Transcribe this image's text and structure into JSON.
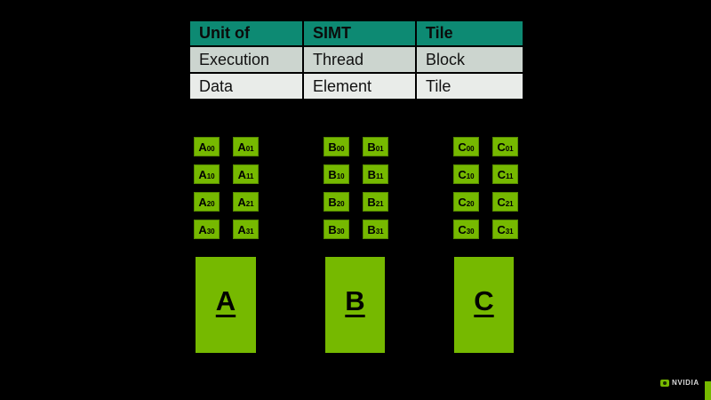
{
  "table": {
    "headers": [
      "Unit of",
      "SIMT",
      "Tile"
    ],
    "rows": [
      [
        "Execution",
        "Thread",
        "Block"
      ],
      [
        "Data",
        "Element",
        "Tile"
      ]
    ]
  },
  "matrices": [
    {
      "name": "A",
      "cells": [
        {
          "base": "A",
          "sub": "00"
        },
        {
          "base": "A",
          "sub": "01"
        },
        {
          "base": "A",
          "sub": "10"
        },
        {
          "base": "A",
          "sub": "11"
        },
        {
          "base": "A",
          "sub": "20"
        },
        {
          "base": "A",
          "sub": "21"
        },
        {
          "base": "A",
          "sub": "30"
        },
        {
          "base": "A",
          "sub": "31"
        }
      ]
    },
    {
      "name": "B",
      "cells": [
        {
          "base": "B",
          "sub": "00"
        },
        {
          "base": "B",
          "sub": "01"
        },
        {
          "base": "B",
          "sub": "10"
        },
        {
          "base": "B",
          "sub": "11"
        },
        {
          "base": "B",
          "sub": "20"
        },
        {
          "base": "B",
          "sub": "21"
        },
        {
          "base": "B",
          "sub": "30"
        },
        {
          "base": "B",
          "sub": "31"
        }
      ]
    },
    {
      "name": "C",
      "cells": [
        {
          "base": "C",
          "sub": "00"
        },
        {
          "base": "C",
          "sub": "01"
        },
        {
          "base": "C",
          "sub": "10"
        },
        {
          "base": "C",
          "sub": "11"
        },
        {
          "base": "C",
          "sub": "20"
        },
        {
          "base": "C",
          "sub": "21"
        },
        {
          "base": "C",
          "sub": "30"
        },
        {
          "base": "C",
          "sub": "31"
        }
      ]
    }
  ],
  "blocks": [
    {
      "label": "A"
    },
    {
      "label": "B"
    },
    {
      "label": "C"
    }
  ],
  "footer": {
    "brand": "NVIDIA"
  },
  "colors": {
    "background": "#000000",
    "nvidia_green": "#76b900",
    "table_header": "#0d8a73",
    "table_row_1": "#ccd5cf",
    "table_row_2": "#e9ece9"
  }
}
